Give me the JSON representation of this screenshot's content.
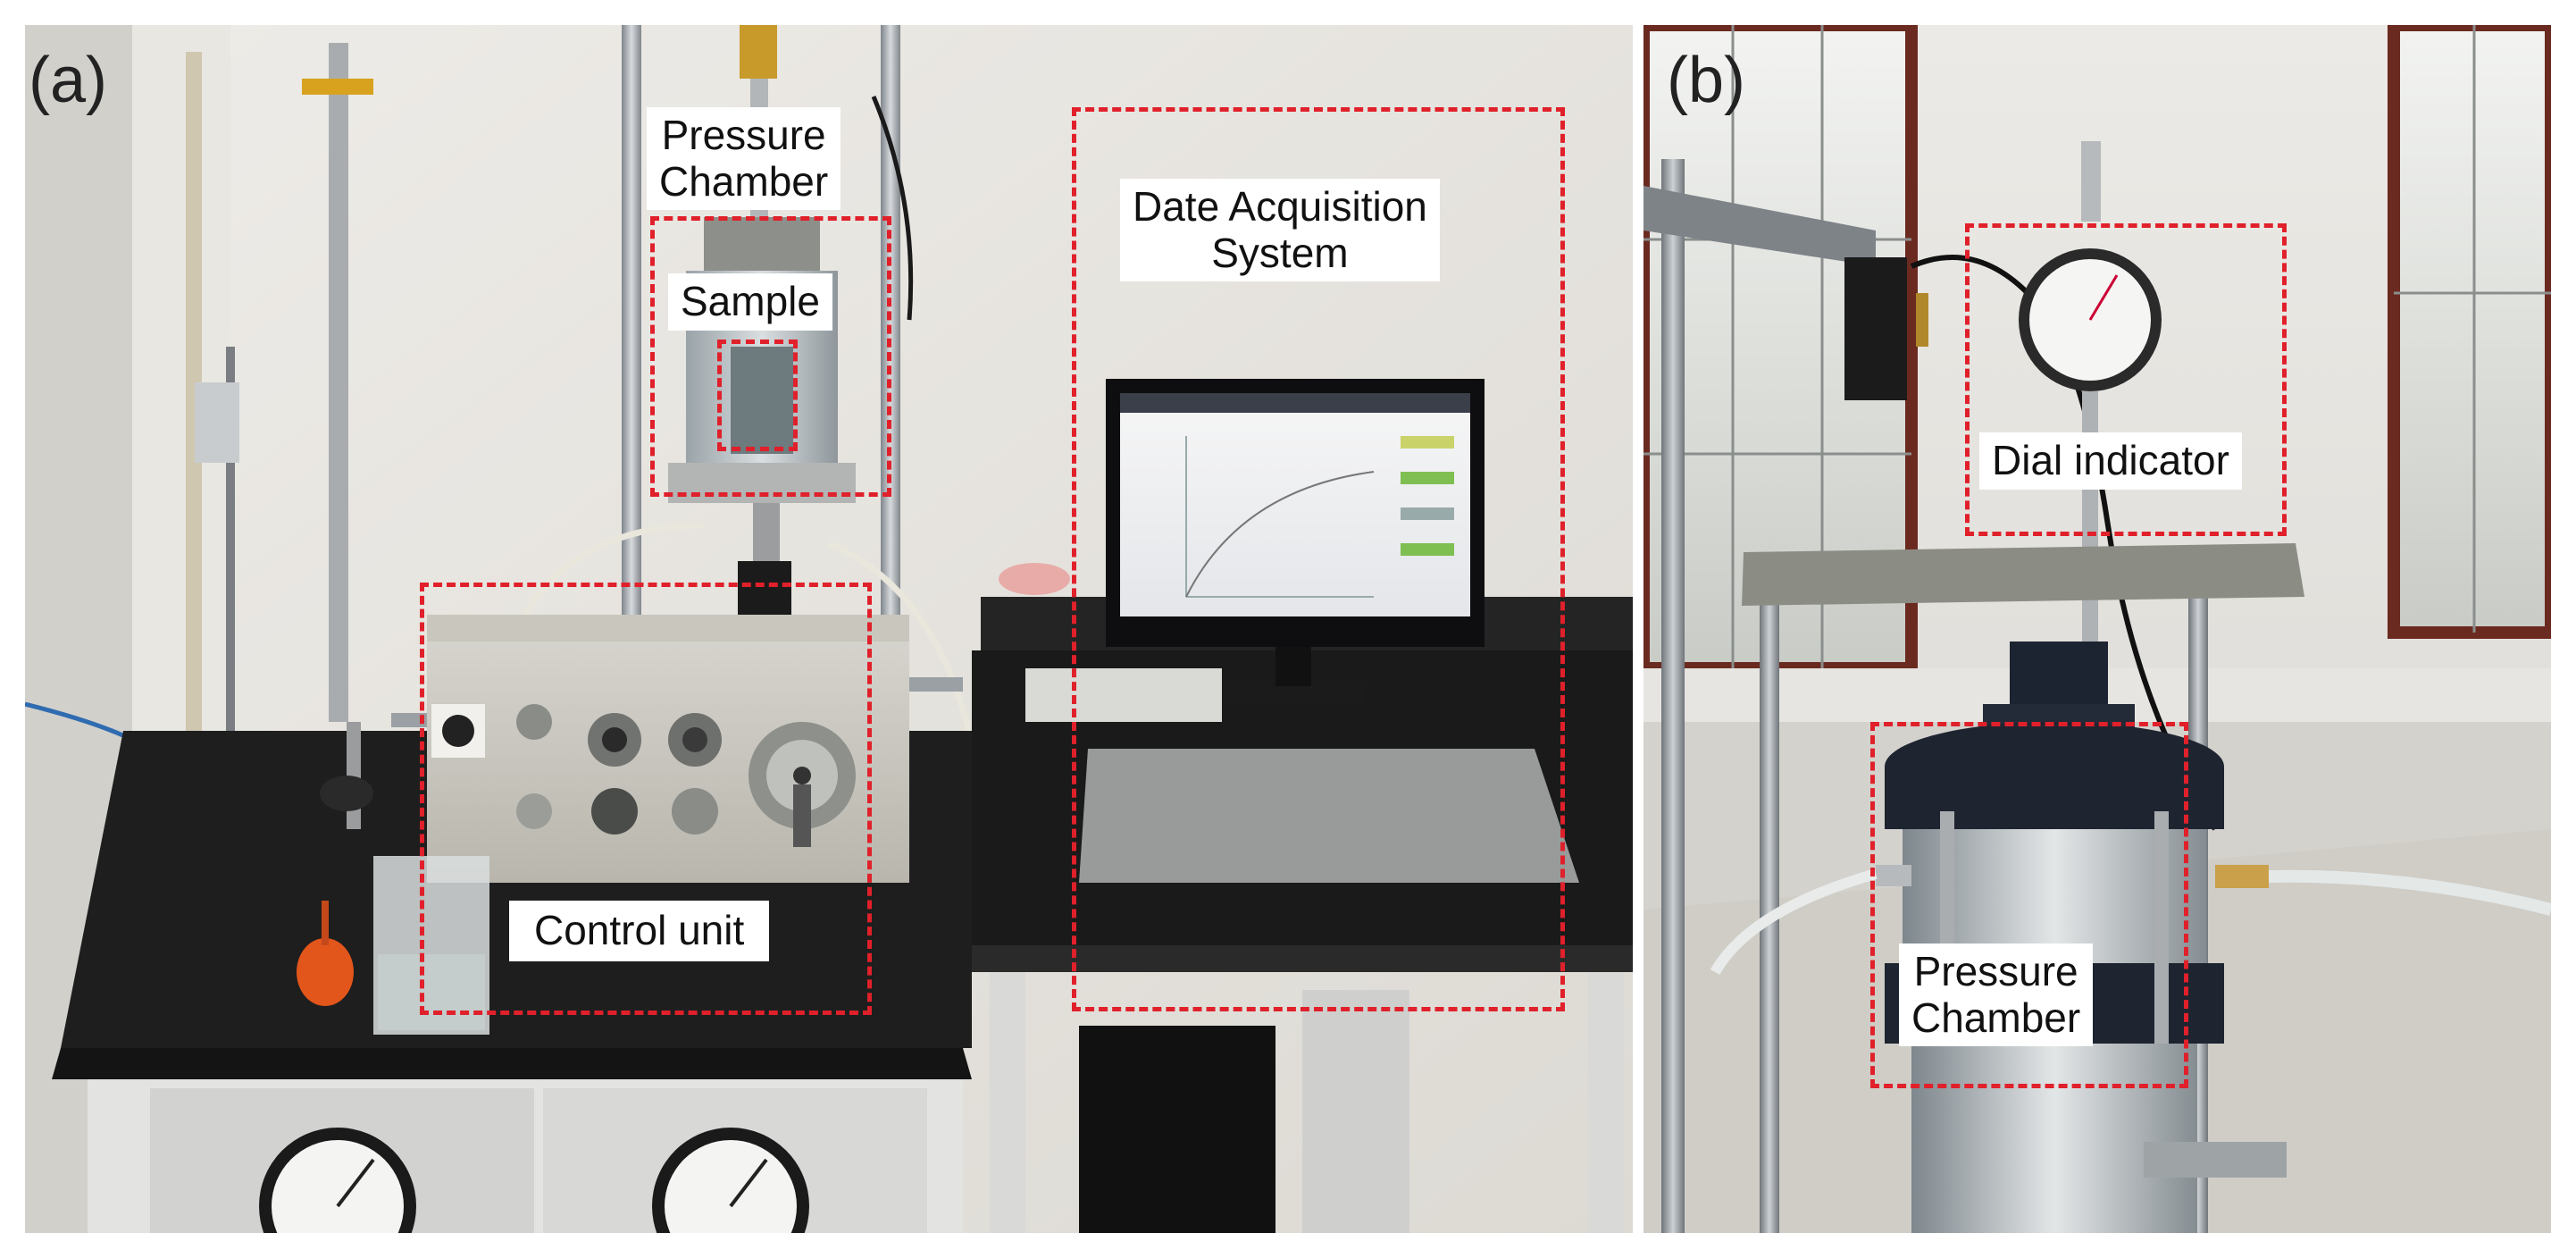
{
  "figure": {
    "panels": [
      {
        "label": "(a)",
        "callouts": {
          "pressure_chamber": "Pressure\nChamber",
          "sample": "Sample",
          "data_acquisition": "Date Acquisition\nSystem",
          "control_unit": "Control unit"
        }
      },
      {
        "label": "(b)",
        "callouts": {
          "dial_indicator": "Dial indicator",
          "pressure_chamber": "Pressure\nChamber"
        }
      }
    ]
  },
  "colors": {
    "dashed_box": "#e0202a",
    "callout_bg": "#ffffff",
    "wall": "#e6e4df",
    "bench_top": "#1c1c1c",
    "cabinet": "#dcdcdc",
    "frame_metal": "#9ea3a8",
    "window_frame": "#6b2a20",
    "chamber_dark": "#1e2430"
  }
}
